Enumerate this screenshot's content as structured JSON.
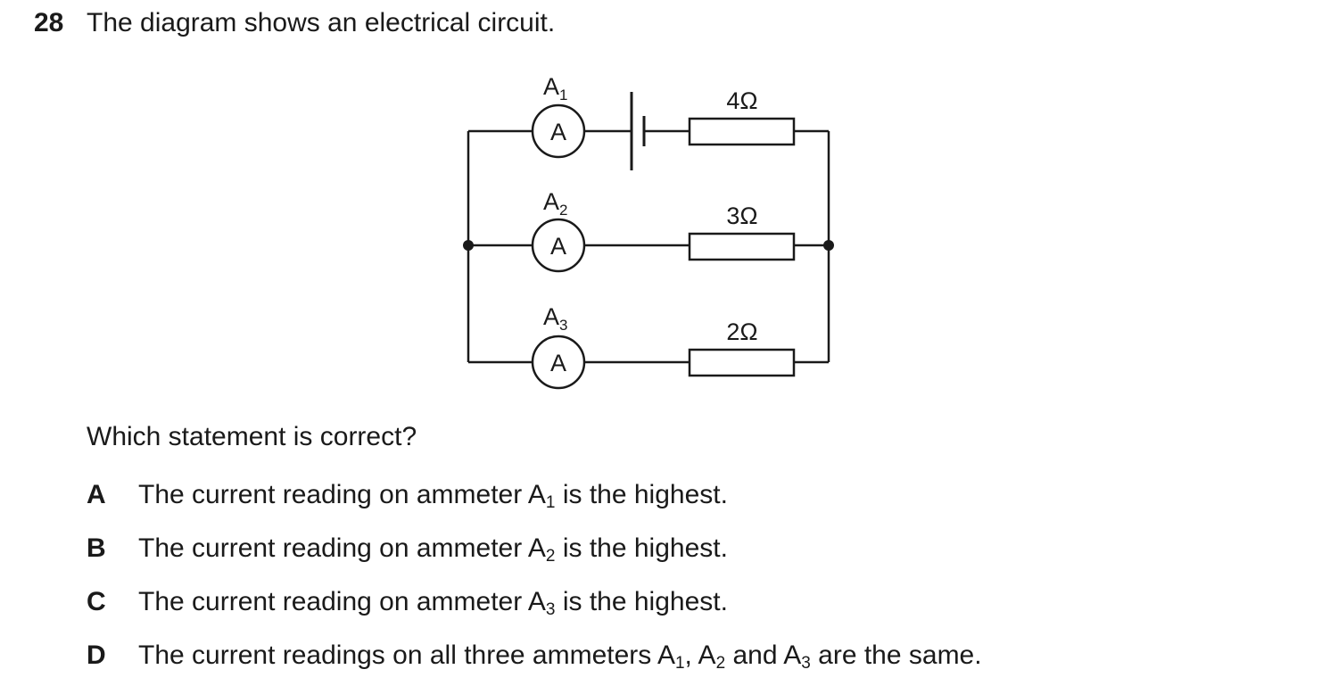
{
  "question": {
    "number": "28",
    "stem": "The diagram shows an electrical circuit.",
    "prompt": "Which statement is correct?"
  },
  "circuit": {
    "ammeters": [
      {
        "name": "A",
        "sub": "1",
        "symbol": "A"
      },
      {
        "name": "A",
        "sub": "2",
        "symbol": "A"
      },
      {
        "name": "A",
        "sub": "3",
        "symbol": "A"
      }
    ],
    "resistors": [
      "4Ω",
      "3Ω",
      "2Ω"
    ]
  },
  "options": [
    {
      "letter": "A",
      "pre": "The current reading on ammeter A",
      "sub": "1",
      "post": " is the highest."
    },
    {
      "letter": "B",
      "pre": "The current reading on ammeter A",
      "sub": "2",
      "post": " is the highest."
    },
    {
      "letter": "C",
      "pre": "The current reading on ammeter A",
      "sub": "3",
      "post": " is the highest."
    },
    {
      "letter": "D",
      "pre": "The current readings on all three ammeters A",
      "sub1": "1",
      "mid1": ", A",
      "sub2": "2",
      "mid2": " and A",
      "sub3": "3",
      "post": " are the same."
    }
  ]
}
